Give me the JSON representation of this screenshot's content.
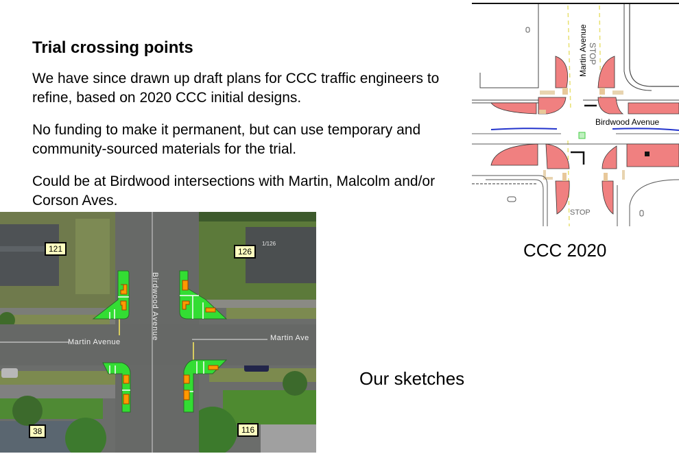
{
  "slide": {
    "title": "Trial crossing points",
    "paragraphs": [
      "We have since drawn up draft plans for CCC traffic engineers to refine, based on 2020 CCC initial designs.",
      "No funding to make it permanent, but can use temporary and community-sourced materials for the trial.",
      "Could be at Birdwood intersections with Martin, Malcolm and/or Corson Aves."
    ],
    "captions": {
      "ccc": "CCC 2020",
      "ours": "Our sketches"
    }
  },
  "plan_drawing": {
    "street_vertical": "Martin Avenue",
    "street_horizontal": "Birdwood Avenue",
    "stop_marking_top": "STOP",
    "stop_marking_bottom": "STOP",
    "colors": {
      "build_out": "#f08080",
      "kerb_line": "#333333",
      "centerline": "#e8e070",
      "lane_marking": "#2233cc"
    }
  },
  "aerial_sketch": {
    "street_vertical": "Birdwood Avenue",
    "street_horizontal_left": "Martin Avenue",
    "street_horizontal_right": "Martin Ave",
    "property_labels": [
      "121",
      "126",
      "1/126",
      "38",
      "116"
    ],
    "colors": {
      "build_out": "#33dd33",
      "planter": "#ff9900",
      "label_bg": "#ffffc0"
    }
  }
}
